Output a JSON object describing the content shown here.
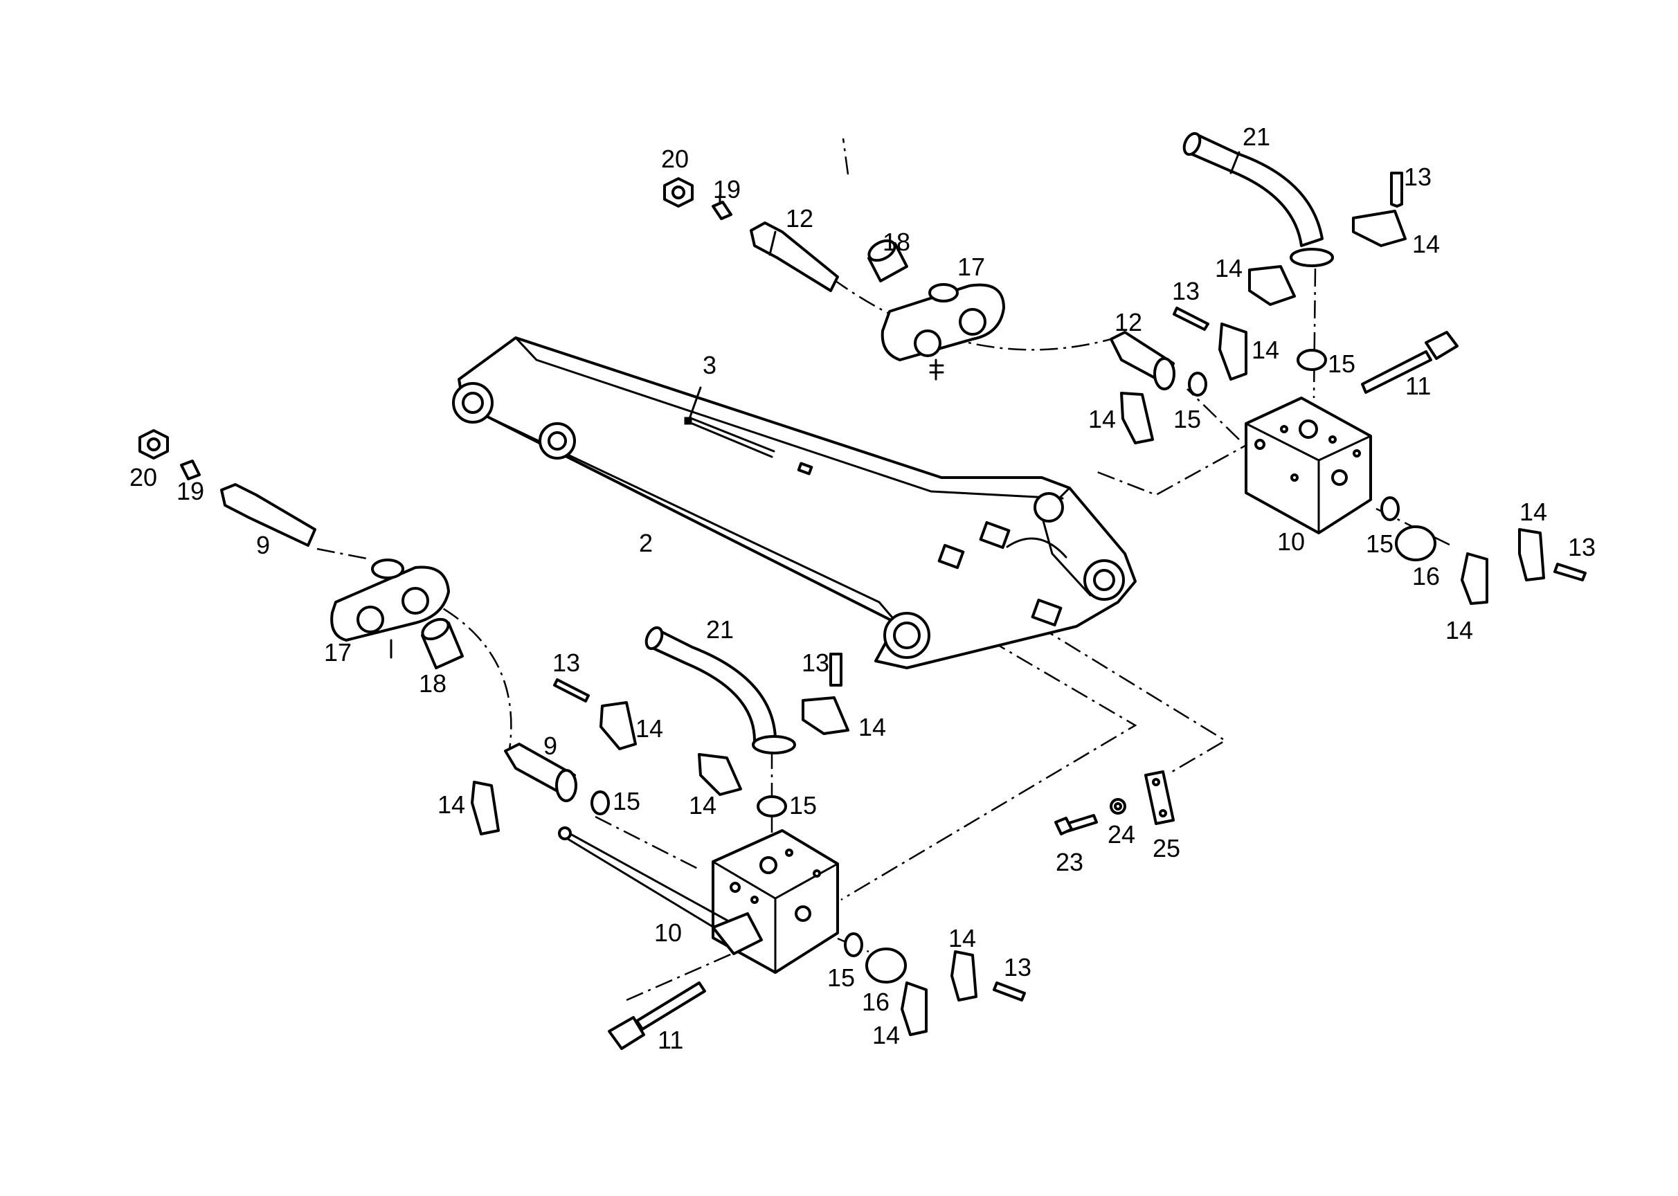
{
  "callouts": {
    "p2": "2",
    "p3": "3",
    "p9_top": "9",
    "p9_bottom": "9",
    "p10_right": "10",
    "p10_left": "10",
    "p11_right": "11",
    "p11_left": "11",
    "p12_top": "12",
    "p12_mid": "12",
    "p13_a": "13",
    "p13_b": "13",
    "p13_c": "13",
    "p13_d": "13",
    "p13_e": "13",
    "p13_f": "13",
    "p14_a": "14",
    "p14_b": "14",
    "p14_c": "14",
    "p14_d": "14",
    "p14_e": "14",
    "p14_f": "14",
    "p14_g": "14",
    "p14_h": "14",
    "p14_i": "14",
    "p14_j": "14",
    "p14_k": "14",
    "p14_l": "14",
    "p15_a": "15",
    "p15_b": "15",
    "p15_c": "15",
    "p15_d": "15",
    "p15_e": "15",
    "p15_f": "15",
    "p16_right": "16",
    "p16_left": "16",
    "p17_top": "17",
    "p17_left": "17",
    "p18_top": "18",
    "p18_left": "18",
    "p19_top": "19",
    "p19_left": "19",
    "p20_top": "20",
    "p20_left": "20",
    "p21_top": "21",
    "p21_mid": "21",
    "p23": "23",
    "p24": "24",
    "p25": "25"
  }
}
